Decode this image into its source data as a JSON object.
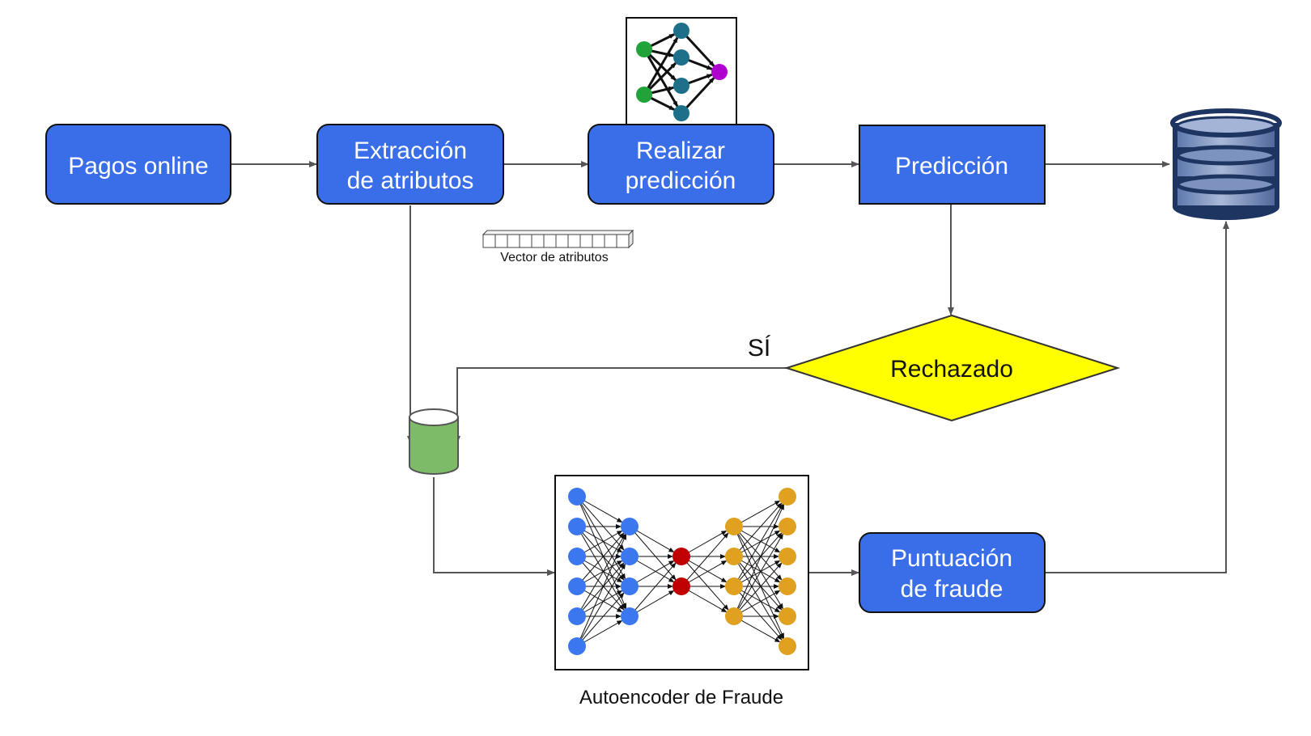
{
  "nodes": {
    "online_payments": {
      "label": [
        "Pagos online"
      ]
    },
    "feature_extraction": {
      "label": [
        "Extracción",
        "de atributos"
      ]
    },
    "make_prediction": {
      "label": [
        "Realizar",
        "predicción"
      ]
    },
    "prediction": {
      "label": [
        "Predicción"
      ]
    },
    "rejected": {
      "label": [
        "Rechazado"
      ]
    },
    "fraud_score": {
      "label": [
        "Puntuación",
        "de fraude"
      ]
    },
    "autoencoder": {
      "caption": "Autoencoder de Fraude"
    },
    "feature_vector": {
      "caption": "Vector de atributos"
    },
    "yes_branch": {
      "label": "SÍ"
    }
  },
  "colors": {
    "process_box": "#3a6ee8",
    "decision": "#ffff00",
    "storage_bucket": "#7dbb68",
    "database": "#24407a",
    "encoder_input": "#3b78f0",
    "bottleneck": "#c00000",
    "decoder": "#e0a020",
    "classifier_input": "#22a33a",
    "classifier_hidden": "#1d6f8a",
    "classifier_output": "#b000d0"
  },
  "icons": [
    "neural-network-icon",
    "database-icon",
    "storage-bucket-icon",
    "feature-vector-icon",
    "autoencoder-icon"
  ]
}
